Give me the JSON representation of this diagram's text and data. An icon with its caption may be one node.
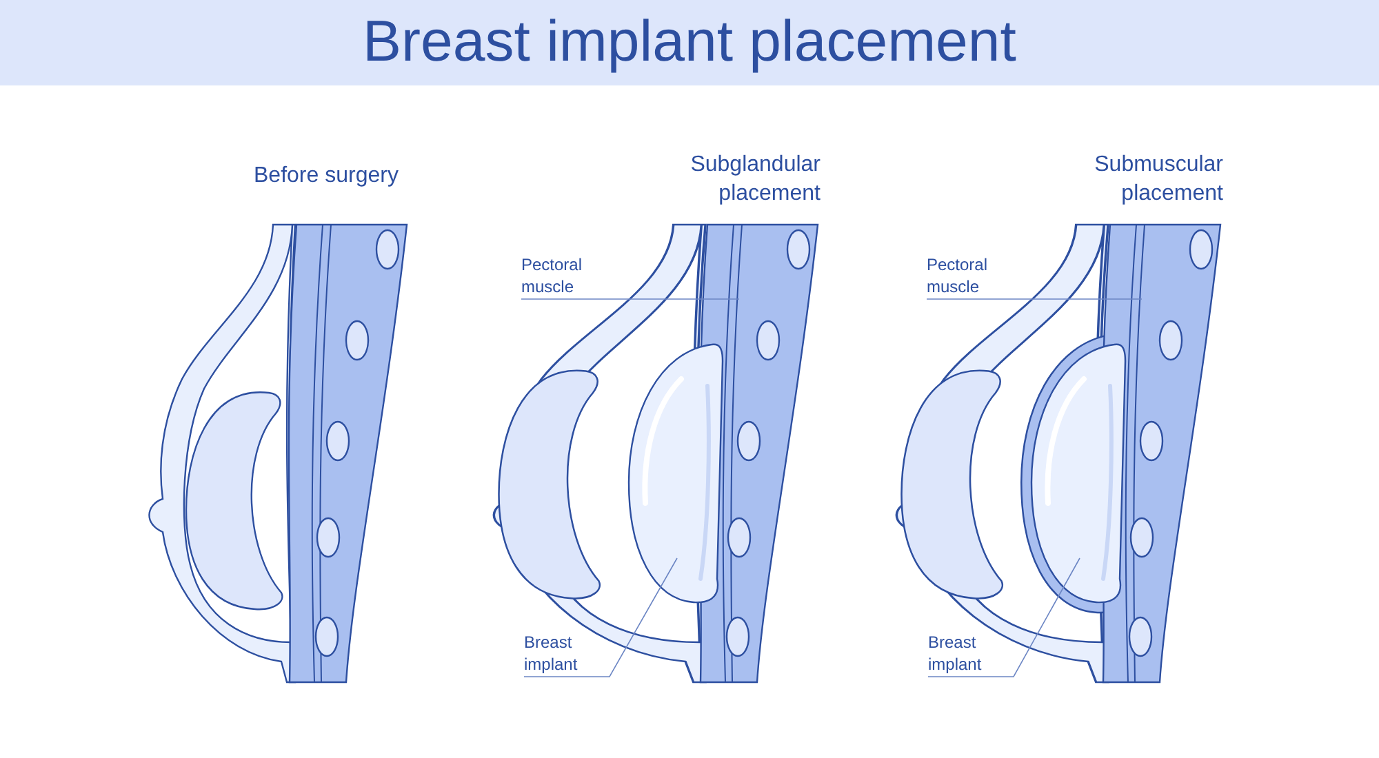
{
  "diagram": {
    "title": "Breast implant placement",
    "nodes": [
      {
        "text": [
          "Pectoral muscle"
        ]
      },
      {
        "text": [],
        "shape": "bar"
      },
      {
        "text": [
          "Breast implant"
        ]
      },
      {
        "text": [],
        "shape": "picture"
      },
      {
        "text": [
          "Pectoral muscle"
        ]
      },
      {
        "text": [],
        "shape": "bar"
      },
      {
        "text": [
          "Breast implant"
        ]
      },
      {
        "text": [],
        "shape": "picture"
      }
    ],
    "edges": [
      {
        "from": 0,
        "to": 1,
        "arrow": "none"
      },
      {
        "from": 2,
        "to": 3,
        "arrow": "none"
      },
      {
        "from": 4,
        "to": 5,
        "arrow": "none"
      },
      {
        "from": 6,
        "to": 7,
        "arrow": "none"
      }
    ],
    "labels": [
      "Before surgery",
      "Subglandular placement",
      "Submuscular placement"
    ]
  }
}
